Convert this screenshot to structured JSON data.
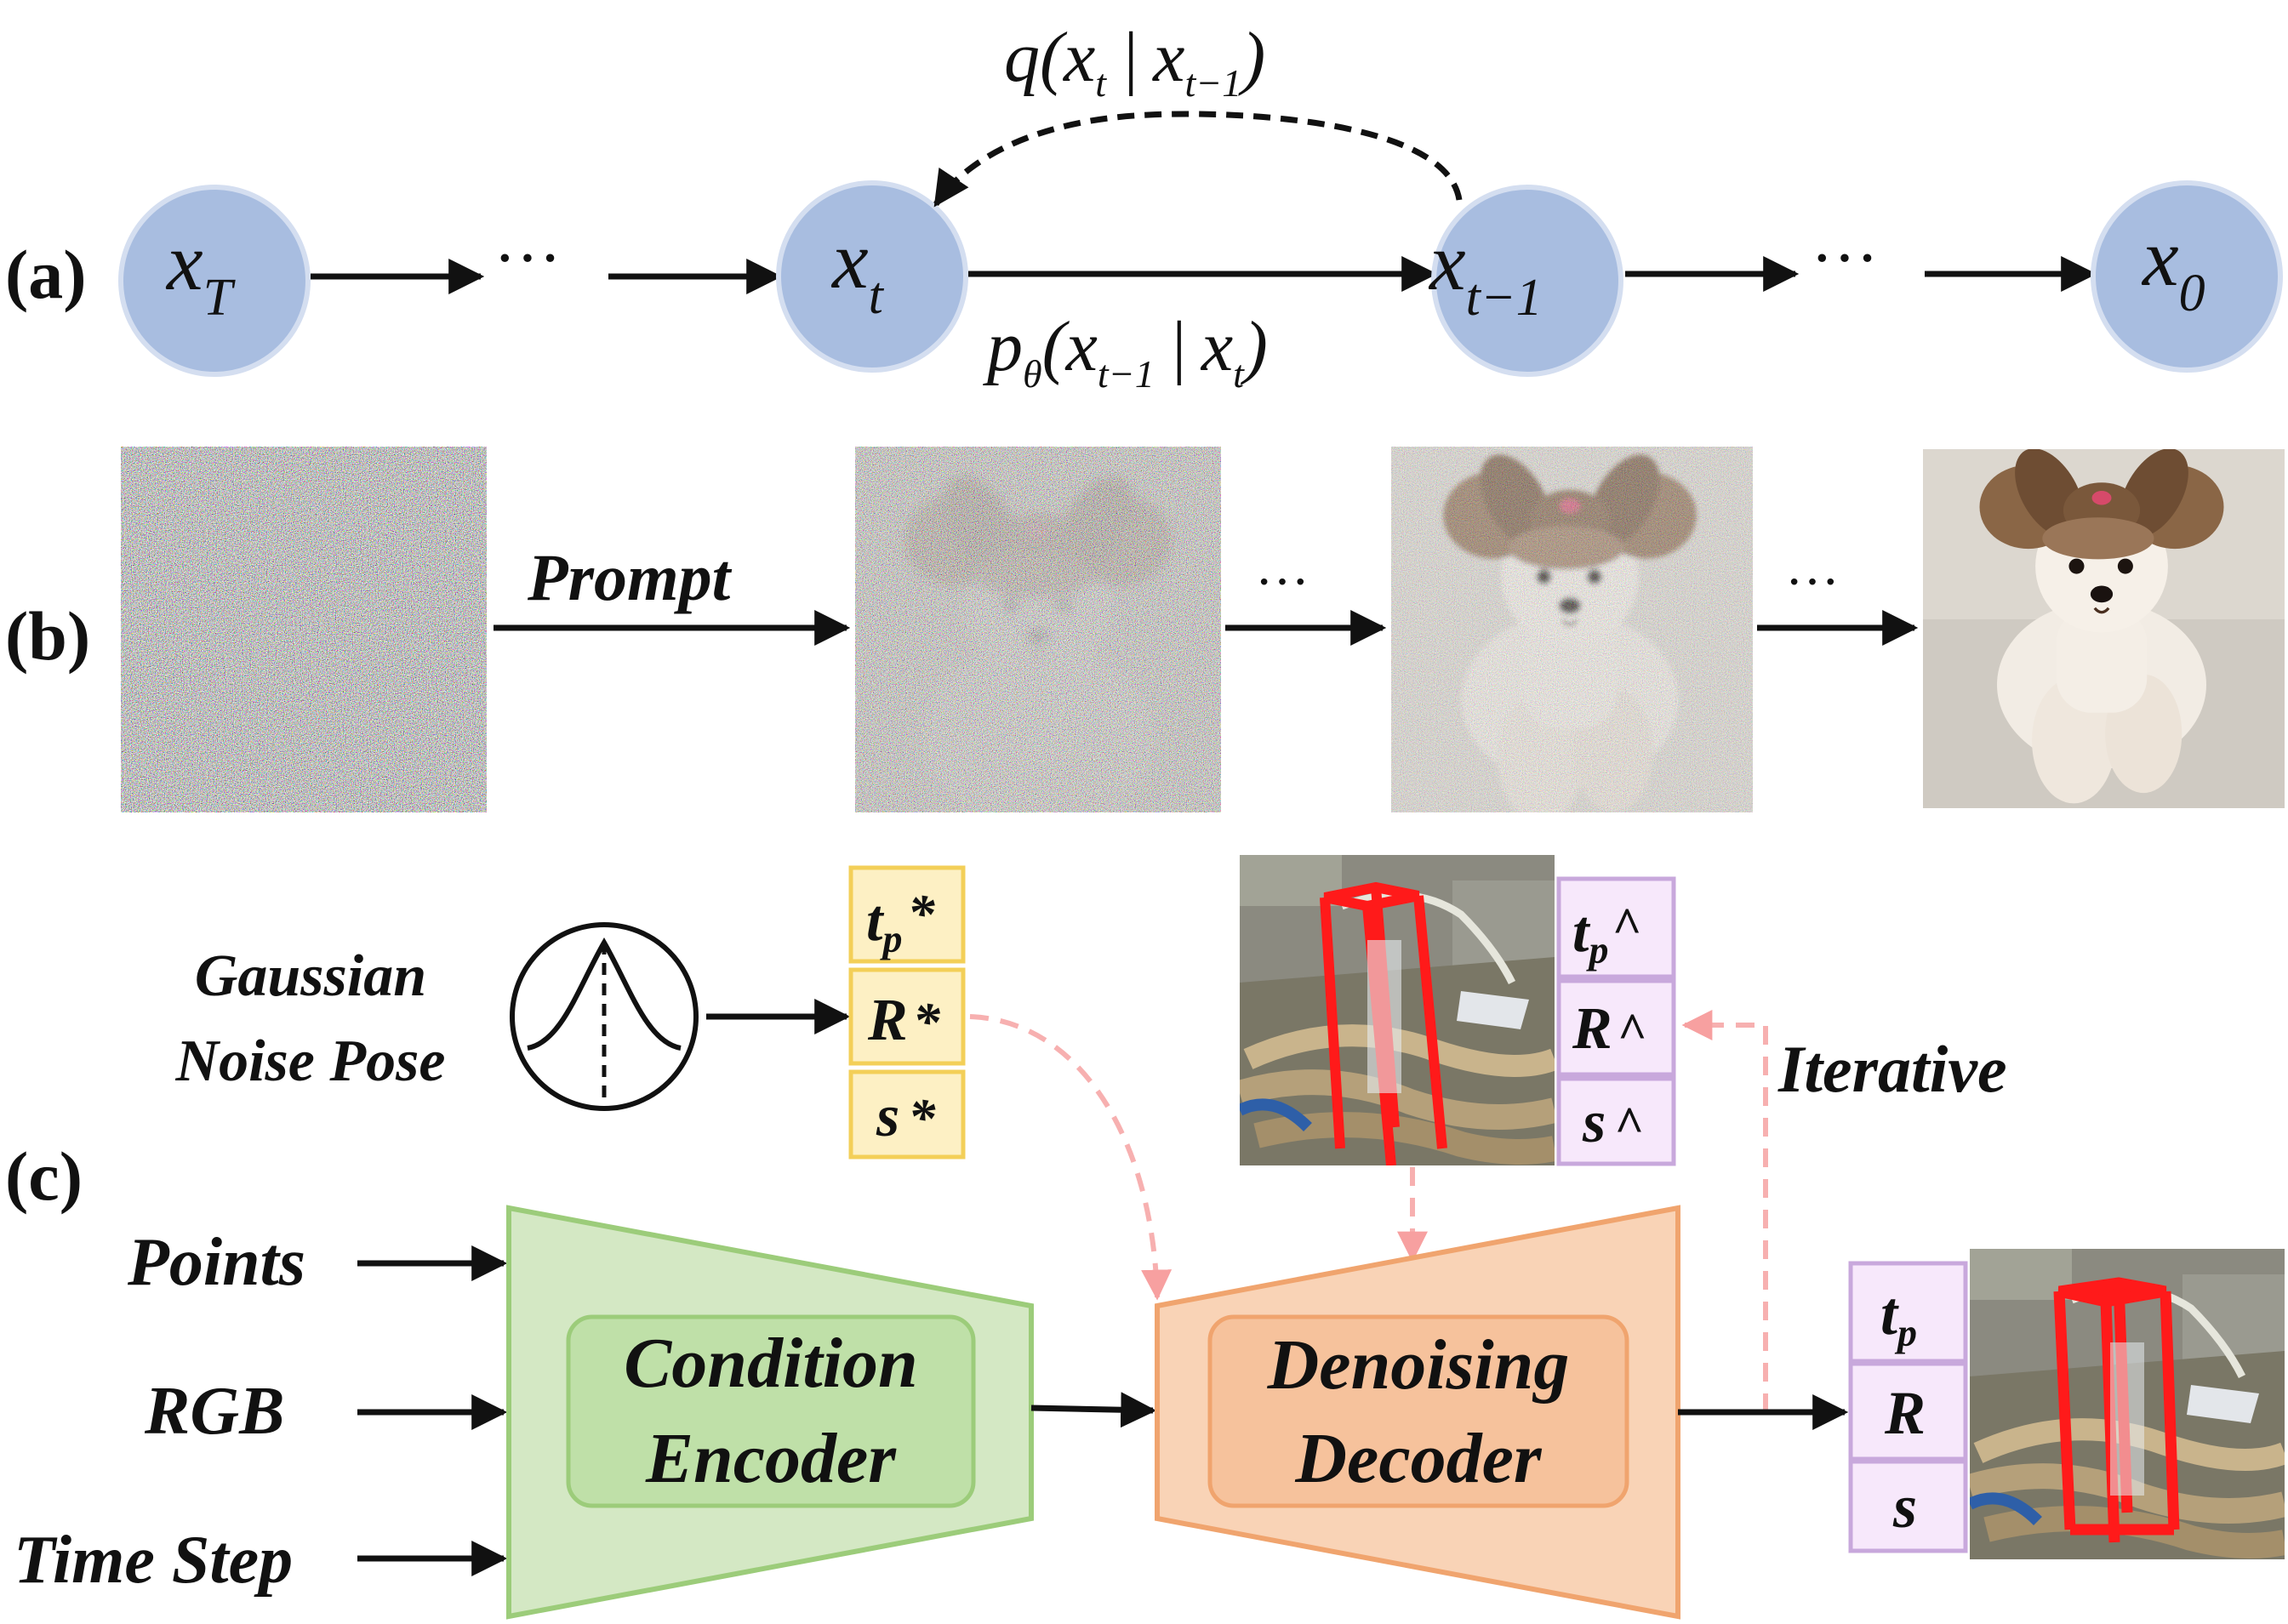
{
  "panels": {
    "a": {
      "label": "(a)",
      "nodes": [
        {
          "base": "x",
          "sub": "T"
        },
        {
          "base": "x",
          "sub": "t"
        },
        {
          "base": "x",
          "sub": "t−1"
        },
        {
          "base": "x",
          "sub": "0"
        }
      ],
      "ellipsis": "···",
      "forward_label": {
        "fn": "q",
        "open": "(",
        "a": "x",
        "a_sub": "t",
        "bar": "|",
        "b": "x",
        "b_sub": "t−1",
        "close": ")"
      },
      "reverse_label": {
        "fn": "p",
        "fn_sub": "θ",
        "open": "(",
        "a": "x",
        "a_sub": "t−1",
        "bar": "|",
        "b": "x",
        "b_sub": "t",
        "close": ")"
      }
    },
    "b": {
      "label": "(b)",
      "prompt": "Prompt",
      "ellipsis": "···"
    },
    "c": {
      "label": "(c)",
      "noise_label_line1": "Gaussian",
      "noise_label_line2": "Noise Pose",
      "noise_pose": [
        {
          "base": "t",
          "sub": "p",
          "suffix": "*"
        },
        {
          "base": "R",
          "sub": "",
          "suffix": "*"
        },
        {
          "base": "s",
          "sub": "",
          "suffix": "*"
        }
      ],
      "estimated_pose": [
        {
          "base": "t",
          "sub": "p",
          "suffix": "^"
        },
        {
          "base": "R",
          "sub": "",
          "suffix": "^"
        },
        {
          "base": "s",
          "sub": "",
          "suffix": "^"
        }
      ],
      "output_pose": [
        {
          "base": "t",
          "sub": "p",
          "suffix": ""
        },
        {
          "base": "R",
          "sub": "",
          "suffix": ""
        },
        {
          "base": "s",
          "sub": "",
          "suffix": ""
        }
      ],
      "iterative": "Iterative",
      "inputs": [
        "Points",
        "RGB",
        "Time Step"
      ],
      "encoder_line1": "Condition",
      "encoder_line2": "Encoder",
      "decoder_line1": "Denoising",
      "decoder_line2": "Decoder"
    }
  },
  "colors": {
    "node_fill": "#a8bde0",
    "encoder_fill": "#d4e8c4",
    "encoder_inner": "#bfe0a8",
    "encoder_stroke": "#9ccc7a",
    "decoder_fill": "#f9d3b6",
    "decoder_inner": "#f6c29c",
    "decoder_stroke": "#f0a46e",
    "pose_yellow": "#fdf0c4",
    "pose_purple": "#f7e8fb",
    "iterative_arrow": "#f7b0b0",
    "bbox_red": "#ff1a1a"
  },
  "icons": [
    "gaussian-curve-icon"
  ]
}
